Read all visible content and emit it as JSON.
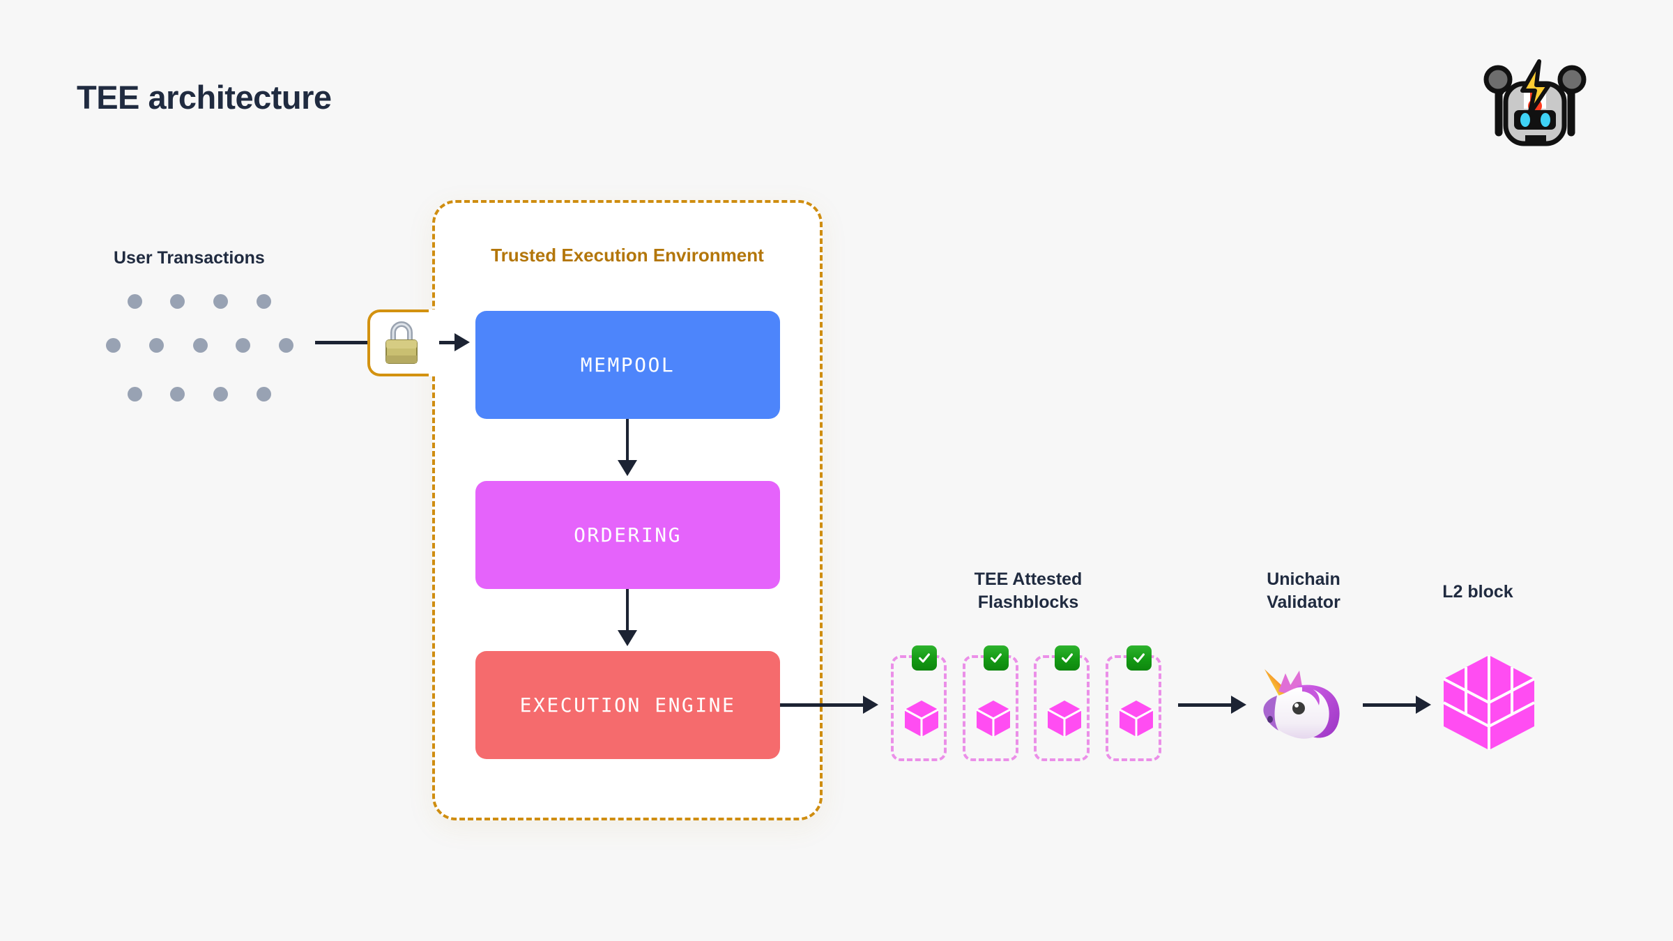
{
  "page": {
    "title": "TEE architecture",
    "background_color": "#f7f7f7",
    "title_color": "#202b40"
  },
  "brand": {
    "logo_icon": "robot-lightning-icon"
  },
  "inputs": {
    "label": "User Transactions",
    "dot_color": "#98a2b3",
    "dot_rows": [
      4,
      5,
      4
    ],
    "lock_icon": "padlock-icon"
  },
  "tee": {
    "title": "Trusted Execution Environment",
    "title_color": "#b3760a",
    "border_color": "#cf8d10",
    "fill_color": "#ffffff",
    "stages": [
      {
        "label": "MEMPOOL",
        "color": "#4d85fb"
      },
      {
        "label": "ORDERING",
        "color": "#e563fb"
      },
      {
        "label": "EXECUTION ENGINE",
        "color": "#f56b6d"
      }
    ]
  },
  "flashblocks": {
    "label_line1": "TEE Attested",
    "label_line2": "Flashblocks",
    "count": 4,
    "box_border_color": "#eb8fe8",
    "cube_color": "#ff4df2",
    "badge_icon": "green-check-badge-icon",
    "badge_color": "#149a14"
  },
  "validator": {
    "label_line1": "Unichain",
    "label_line2": "Validator",
    "icon": "unicorn-icon"
  },
  "l2_block": {
    "label": "L2 block",
    "icon": "isometric-cube-icon",
    "color": "#ff4df2"
  },
  "arrows": {
    "color": "#1c2333",
    "icon": "arrow-right-icon"
  }
}
